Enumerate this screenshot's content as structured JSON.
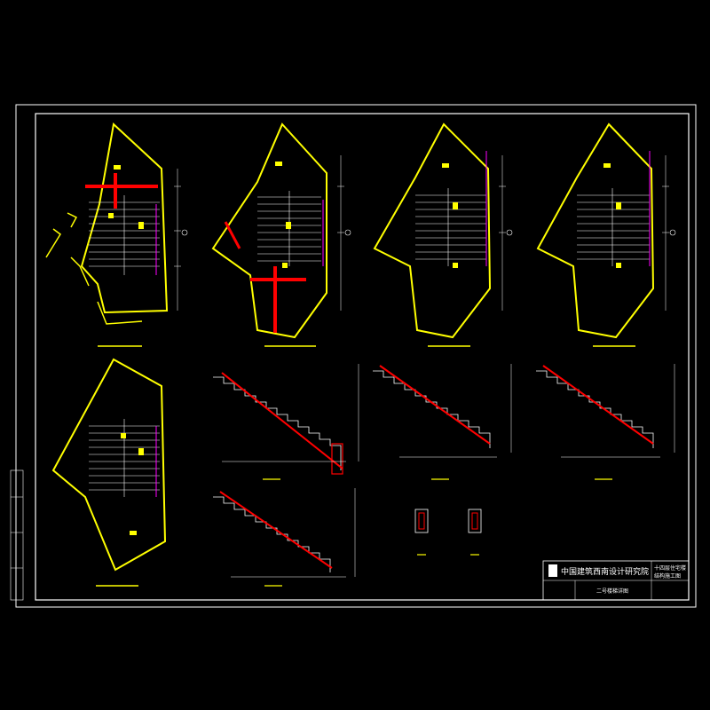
{
  "title_block": {
    "company": "中国建筑西南设计研究院",
    "project_line1": "十四层住宅楼",
    "project_line2": "结构施工图",
    "drawing_title": "二号楼梯详图",
    "drawing_no": "",
    "scale": ""
  },
  "colors": {
    "background": "#000000",
    "frame": "#ffffff",
    "wall": "#ffff00",
    "rebar": "#ff0000",
    "step": "#ffffff",
    "accent": "#ff00ff",
    "label": "#ffff00"
  }
}
